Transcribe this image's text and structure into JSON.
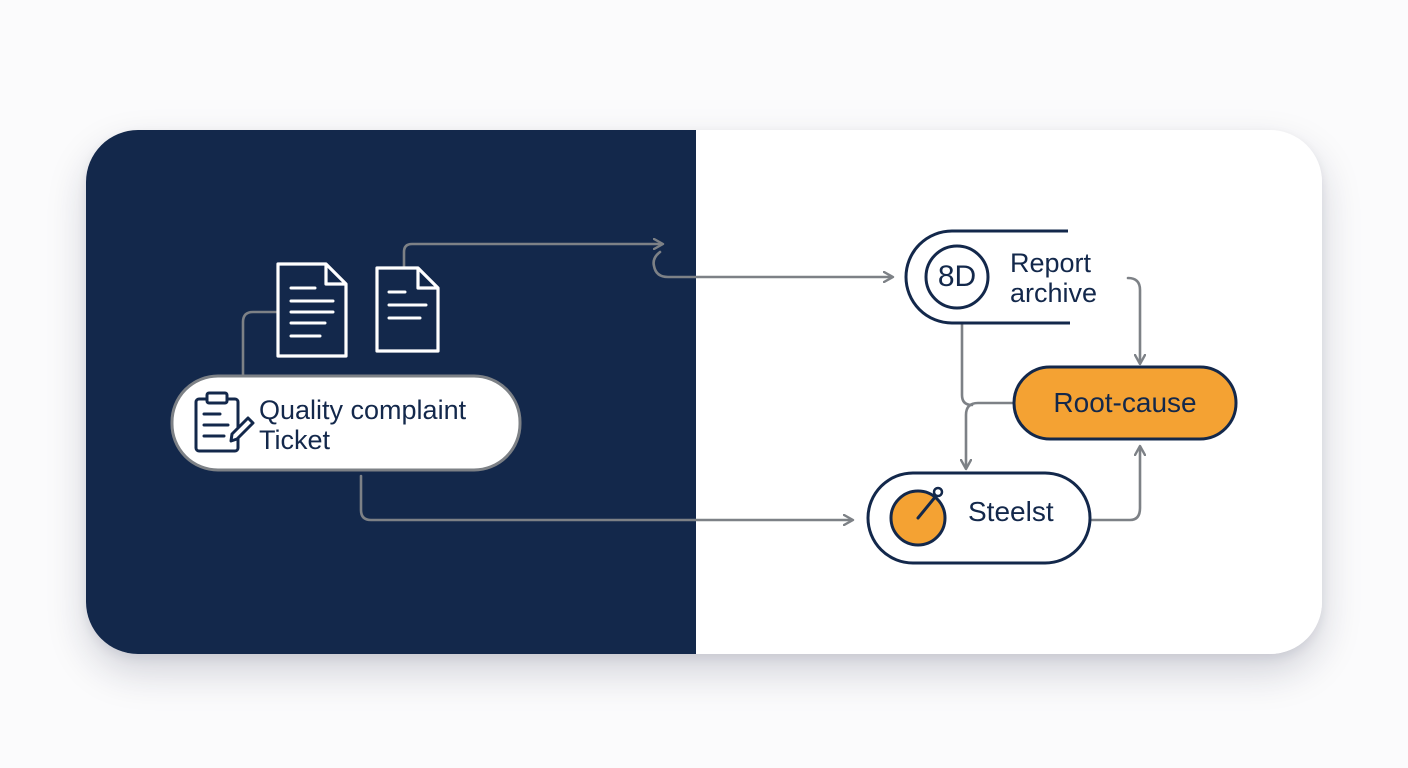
{
  "ticket": {
    "line1": "Quality complaint",
    "line2": "Ticket"
  },
  "archive": {
    "badge": "8D",
    "line1": "Report",
    "line2": "archive"
  },
  "root_cause": {
    "label": "Root-cause"
  },
  "steelst": {
    "label": "Steelst"
  },
  "colors": {
    "navy": "#13284b",
    "white": "#ffffff",
    "connector": "#7d8186",
    "accent_orange": "#f4a233"
  },
  "icons": [
    "document-icon",
    "document-icon",
    "clipboard-pen-icon",
    "gauge-icon"
  ]
}
